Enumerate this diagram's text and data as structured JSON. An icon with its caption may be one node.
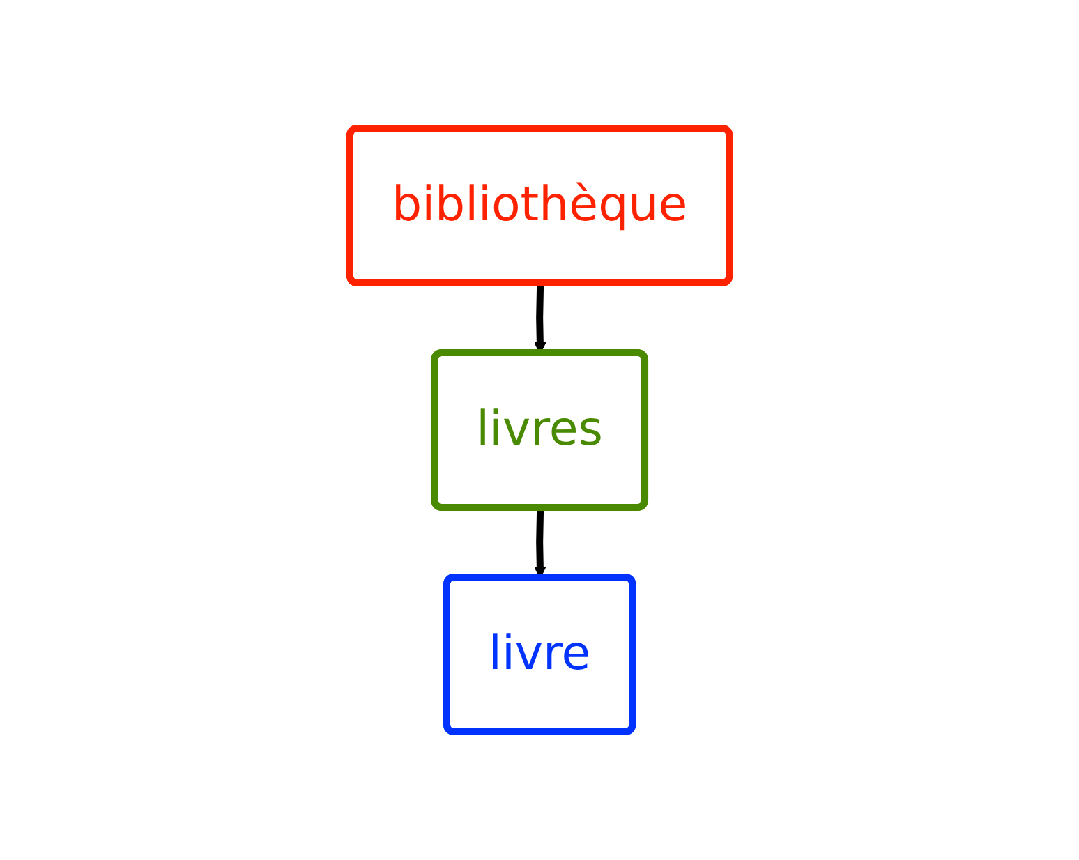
{
  "diagram": {
    "nodes": [
      {
        "text": [
          "bibliothèque"
        ]
      },
      {
        "text": [
          "livres"
        ]
      },
      {
        "text": [
          "livre"
        ]
      }
    ],
    "edges": [
      {
        "from": 0,
        "to": 1,
        "arrow": "to"
      },
      {
        "from": 1,
        "to": 2,
        "arrow": "to"
      }
    ]
  }
}
